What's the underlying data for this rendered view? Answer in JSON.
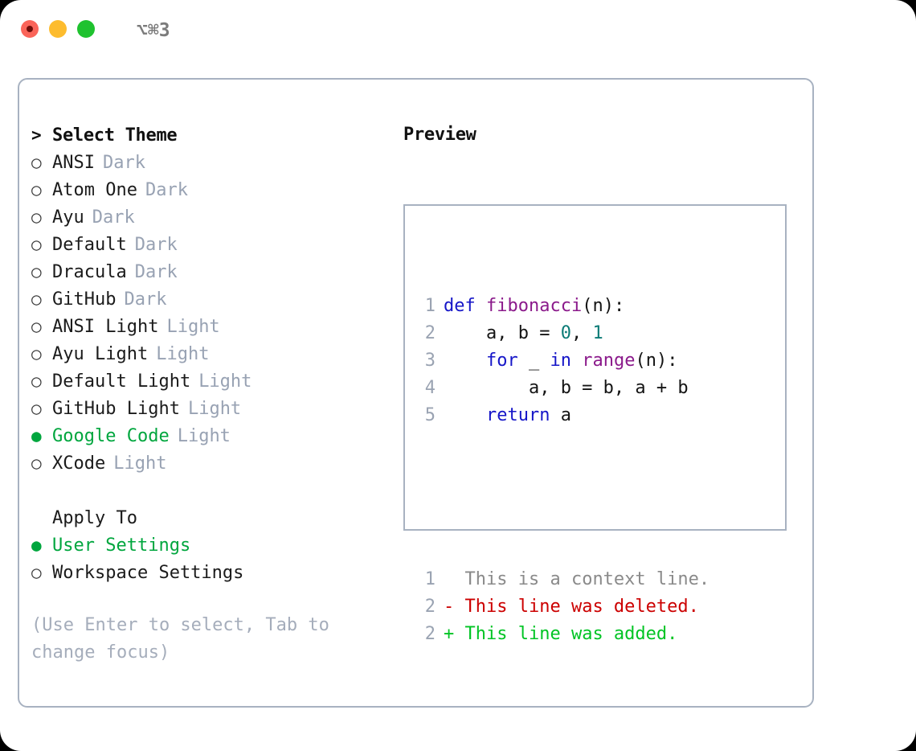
{
  "titlebar": {
    "shortcut": "⌥⌘3",
    "lights": [
      {
        "name": "close",
        "color": "#fa6459"
      },
      {
        "name": "minimize",
        "color": "#fdbc2e"
      },
      {
        "name": "zoom",
        "color": "#1fc22f"
      }
    ]
  },
  "theme_picker": {
    "title": "Select Theme",
    "title_marker": ">",
    "marker_selected": "●",
    "marker_unselected": "○",
    "items": [
      {
        "name": "ANSI",
        "kind": "Dark",
        "selected": false
      },
      {
        "name": "Atom One",
        "kind": "Dark",
        "selected": false
      },
      {
        "name": "Ayu",
        "kind": "Dark",
        "selected": false
      },
      {
        "name": "Default",
        "kind": "Dark",
        "selected": false
      },
      {
        "name": "Dracula",
        "kind": "Dark",
        "selected": false
      },
      {
        "name": "GitHub",
        "kind": "Dark",
        "selected": false
      },
      {
        "name": "ANSI Light",
        "kind": "Light",
        "selected": false
      },
      {
        "name": "Ayu Light",
        "kind": "Light",
        "selected": false
      },
      {
        "name": "Default Light",
        "kind": "Light",
        "selected": false
      },
      {
        "name": "GitHub Light",
        "kind": "Light",
        "selected": false
      },
      {
        "name": "Google Code",
        "kind": "Light",
        "selected": true
      },
      {
        "name": "XCode",
        "kind": "Light",
        "selected": false
      }
    ]
  },
  "apply_to": {
    "title": "Apply To",
    "items": [
      {
        "name": "User Settings",
        "selected": true
      },
      {
        "name": "Workspace Settings",
        "selected": false
      }
    ]
  },
  "hint": "(Use Enter to select, Tab to change focus)",
  "preview": {
    "title": "Preview",
    "code_lines": [
      {
        "no": "1",
        "tokens": [
          {
            "t": "def ",
            "c": "kw"
          },
          {
            "t": "fibonacci",
            "c": "fn"
          },
          {
            "t": "(n):",
            "c": "pl"
          }
        ]
      },
      {
        "no": "2",
        "tokens": [
          {
            "t": "    a, b = ",
            "c": "pl"
          },
          {
            "t": "0",
            "c": "num"
          },
          {
            "t": ", ",
            "c": "pl"
          },
          {
            "t": "1",
            "c": "num"
          }
        ]
      },
      {
        "no": "3",
        "tokens": [
          {
            "t": "    ",
            "c": "pl"
          },
          {
            "t": "for",
            "c": "kw"
          },
          {
            "t": " _ ",
            "c": "pl"
          },
          {
            "t": "in",
            "c": "kw"
          },
          {
            "t": " ",
            "c": "pl"
          },
          {
            "t": "range",
            "c": "fn"
          },
          {
            "t": "(n):",
            "c": "pl"
          }
        ]
      },
      {
        "no": "4",
        "tokens": [
          {
            "t": "        a, b = b, a + b",
            "c": "pl"
          }
        ]
      },
      {
        "no": "5",
        "tokens": [
          {
            "t": "    ",
            "c": "pl"
          },
          {
            "t": "return",
            "c": "kw"
          },
          {
            "t": " a",
            "c": "pl"
          }
        ]
      }
    ],
    "diff_lines": [
      {
        "no": "1",
        "sign": " ",
        "text": "This is a context line.",
        "c": "ctx"
      },
      {
        "no": "2",
        "sign": "-",
        "text": "This line was deleted.",
        "c": "del"
      },
      {
        "no": "2",
        "sign": "+",
        "text": "This line was added.",
        "c": "add"
      }
    ]
  },
  "colors": {
    "accent_green": "#00a63e",
    "border": "#a8b2c1",
    "muted": "#98a2b3",
    "keyword": "#1616c8",
    "function": "#8b1a8b",
    "number": "#0b7b76",
    "diff_add": "#00c424",
    "diff_del": "#cc0000"
  }
}
